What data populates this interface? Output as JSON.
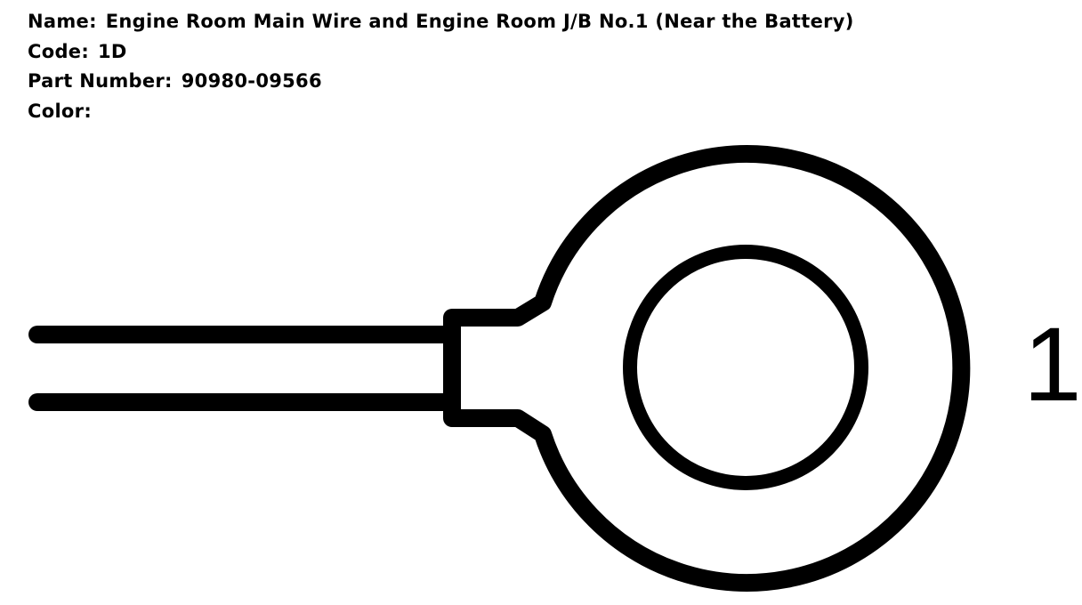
{
  "connector": {
    "name_label": "Name:",
    "name_value": "Engine Room Main Wire and Engine Room J/B No.1 (Near the Battery)",
    "code_label": "Code:",
    "code_value": "1D",
    "part_label": "Part Number:",
    "part_value": "90980-09566",
    "color_label": "Color:",
    "color_value": ""
  },
  "diagram": {
    "terminal_type": "ring terminal",
    "pin_label": "1",
    "stroke_color": "#000000",
    "fill_color": "#ffffff"
  }
}
